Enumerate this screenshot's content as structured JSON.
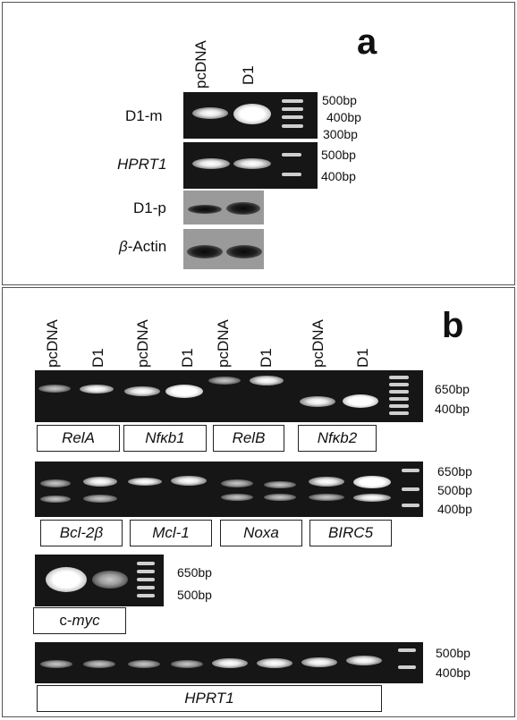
{
  "panel_a": {
    "letter": "a",
    "lane_labels": [
      "pcDNA",
      "D1"
    ],
    "rows": {
      "d1m": "D1-m",
      "hprt": "HPRT1",
      "d1p": "D1-p",
      "actin_greek": "β",
      "actin_rest": "-Actin"
    },
    "bp_d1m": [
      "500bp",
      "400bp",
      "300bp"
    ],
    "bp_hprt": [
      "500bp",
      "400bp"
    ]
  },
  "panel_b": {
    "letter": "b",
    "lane_labels": [
      "pcDNA",
      "D1",
      "pcDNA",
      "D1",
      "pcDNA",
      "D1",
      "pcDNA",
      "D1"
    ],
    "genes_row1": [
      "RelA",
      "Nfκb1",
      "RelB",
      "Nfκb2"
    ],
    "genes_row2": [
      "Bcl-2β",
      "Mcl-1",
      "Noxa",
      "BIRC5"
    ],
    "cmyc_prefix": "c-",
    "cmyc_italic": "myc",
    "hprt": "HPRT1",
    "bp_row1": [
      "650bp",
      "400bp"
    ],
    "bp_row2": [
      "650bp",
      "500bp",
      "400bp"
    ],
    "bp_row3": [
      "650bp",
      "500bp"
    ],
    "bp_row4": [
      "500bp",
      "400bp"
    ]
  }
}
